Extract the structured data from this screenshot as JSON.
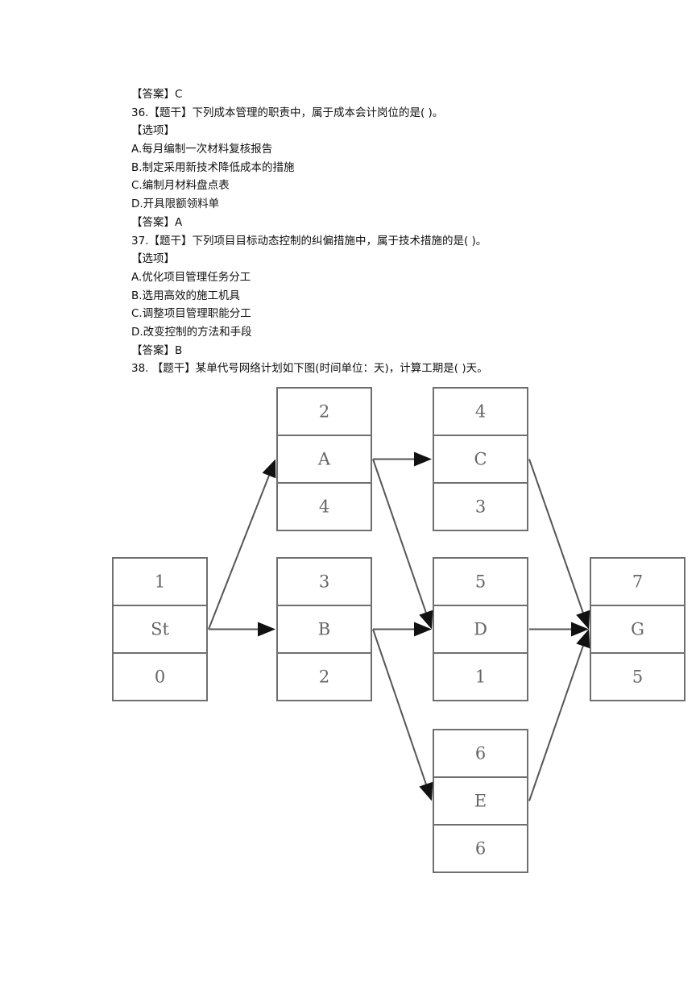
{
  "lines": [
    "【答案】C",
    "36.【题干】下列成本管理的职责中，属于成本会计岗位的是(    )。",
    "【选项】",
    "A.每月编制一次材料复核报告",
    "B.制定采用新技术降低成本的措施",
    "C.编制月材料盘点表",
    "D.开具限额领料单",
    "【答案】A",
    "37.【题干】下列项目目标动态控制的纠偏措施中，属于技术措施的是(    )。",
    "【选项】",
    "A.优化项目管理任务分工",
    "B.选用高效的施工机具",
    "C.调整项目管理职能分工",
    "D.改变控制的方法和手段",
    "【答案】B",
    "38. 【题干】某单代号网络计划如下图(时间单位：天)，计算工期是(    )天。"
  ],
  "network": {
    "nodes": [
      {
        "id": "St",
        "top": "1",
        "bottom": "0"
      },
      {
        "id": "A",
        "top": "2",
        "bottom": "4"
      },
      {
        "id": "B",
        "top": "3",
        "bottom": "2"
      },
      {
        "id": "C",
        "top": "4",
        "bottom": "3"
      },
      {
        "id": "D",
        "top": "5",
        "bottom": "1"
      },
      {
        "id": "E",
        "top": "6",
        "bottom": "6"
      },
      {
        "id": "G",
        "top": "7",
        "bottom": "5"
      }
    ],
    "edges": [
      [
        "St",
        "A"
      ],
      [
        "St",
        "B"
      ],
      [
        "A",
        "C"
      ],
      [
        "A",
        "D"
      ],
      [
        "B",
        "D"
      ],
      [
        "B",
        "E"
      ],
      [
        "C",
        "G"
      ],
      [
        "D",
        "G"
      ],
      [
        "E",
        "G"
      ]
    ]
  }
}
